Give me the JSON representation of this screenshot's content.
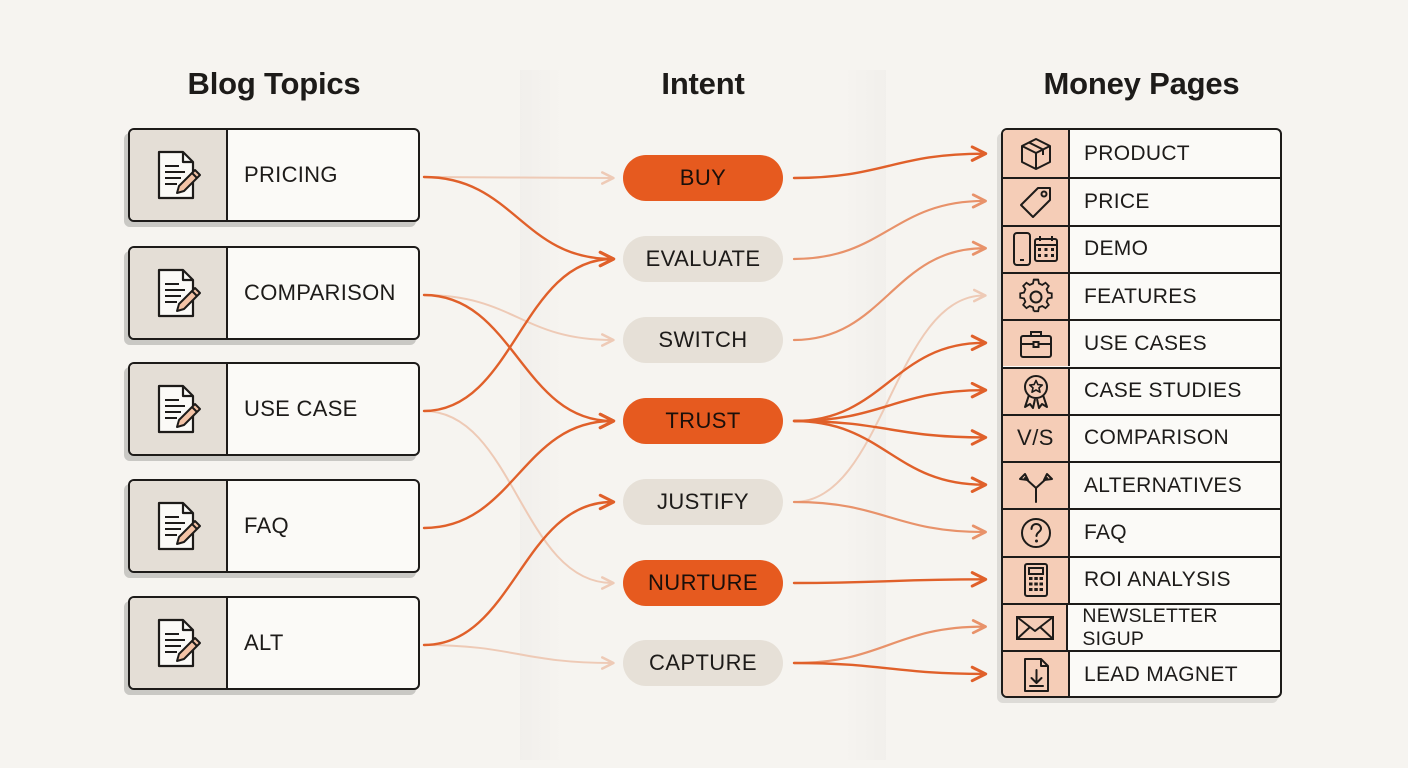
{
  "headers": {
    "topics": "Blog Topics",
    "intent": "Intent",
    "money": "Money Pages"
  },
  "topics": [
    "PRICING",
    "COMPARISON",
    "USE CASE",
    "FAQ",
    "ALT"
  ],
  "intents": [
    {
      "label": "BUY",
      "style": "hot"
    },
    {
      "label": "EVALUATE",
      "style": "cool"
    },
    {
      "label": "SWITCH",
      "style": "cool"
    },
    {
      "label": "TRUST",
      "style": "hot"
    },
    {
      "label": "JUSTIFY",
      "style": "cool"
    },
    {
      "label": "NURTURE",
      "style": "hot"
    },
    {
      "label": "CAPTURE",
      "style": "cool"
    }
  ],
  "money_pages": [
    {
      "label": "PRODUCT",
      "icon": "box-icon"
    },
    {
      "label": "PRICE",
      "icon": "price-tag-icon"
    },
    {
      "label": "DEMO",
      "icon": "phone-calendar-icon"
    },
    {
      "label": "FEATURES",
      "icon": "gear-icon"
    },
    {
      "label": "USE CASES",
      "icon": "briefcase-icon"
    },
    {
      "label": "CASE STUDIES",
      "icon": "award-ribbon-icon"
    },
    {
      "label": "COMPARISON",
      "icon": "versus-icon",
      "icon_text": "V/S"
    },
    {
      "label": "ALTERNATIVES",
      "icon": "split-arrows-icon"
    },
    {
      "label": "FAQ",
      "icon": "question-icon"
    },
    {
      "label": "ROI ANALYSIS",
      "icon": "calculator-icon"
    },
    {
      "label": "NEWSLETTER SIGUP",
      "icon": "envelope-icon"
    },
    {
      "label": "LEAD MAGNET",
      "icon": "download-file-icon"
    }
  ],
  "colors": {
    "strong": "#e0602a",
    "medium": "#e8926a",
    "faint": "#eecab6",
    "hot_pill": "#e65a1f",
    "cool_pill": "#e6e0d7",
    "icon_cell": "#f5cdb7"
  },
  "flows": {
    "topic_to_intent": [
      {
        "from": 0,
        "to": 1,
        "strength": "strong"
      },
      {
        "from": 0,
        "to": 0,
        "strength": "faint"
      },
      {
        "from": 1,
        "to": 3,
        "strength": "strong"
      },
      {
        "from": 1,
        "to": 2,
        "strength": "faint"
      },
      {
        "from": 2,
        "to": 1,
        "strength": "strong"
      },
      {
        "from": 2,
        "to": 5,
        "strength": "faint"
      },
      {
        "from": 3,
        "to": 3,
        "strength": "strong"
      },
      {
        "from": 4,
        "to": 4,
        "strength": "strong"
      },
      {
        "from": 4,
        "to": 6,
        "strength": "faint"
      }
    ],
    "intent_to_money": [
      {
        "from": 0,
        "to": 0,
        "strength": "strong"
      },
      {
        "from": 1,
        "to": 1,
        "strength": "medium"
      },
      {
        "from": 2,
        "to": 2,
        "strength": "medium"
      },
      {
        "from": 4,
        "to": 3,
        "strength": "faint"
      },
      {
        "from": 3,
        "to": 4,
        "strength": "strong"
      },
      {
        "from": 3,
        "to": 5,
        "strength": "strong"
      },
      {
        "from": 3,
        "to": 6,
        "strength": "strong"
      },
      {
        "from": 3,
        "to": 7,
        "strength": "strong"
      },
      {
        "from": 4,
        "to": 8,
        "strength": "medium"
      },
      {
        "from": 5,
        "to": 9,
        "strength": "strong"
      },
      {
        "from": 6,
        "to": 10,
        "strength": "medium"
      },
      {
        "from": 6,
        "to": 11,
        "strength": "strong"
      }
    ]
  }
}
